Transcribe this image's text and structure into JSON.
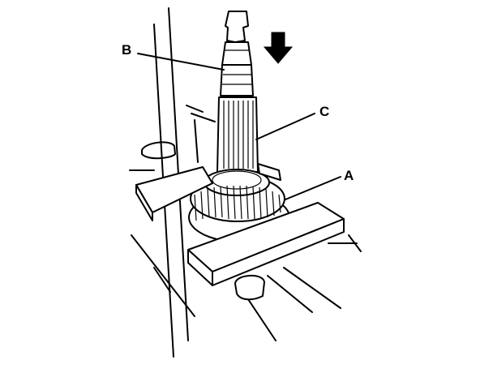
{
  "diagram": {
    "callouts": [
      {
        "id": "A",
        "text": "A"
      },
      {
        "id": "B",
        "text": "B"
      },
      {
        "id": "C",
        "text": "C"
      }
    ],
    "arrow_icon": "down-arrow-icon"
  }
}
